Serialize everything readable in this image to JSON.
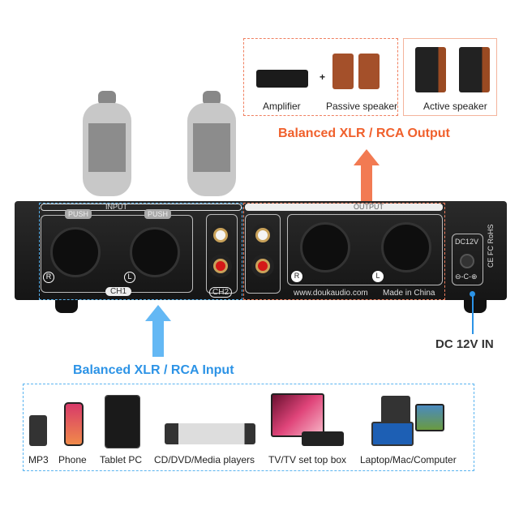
{
  "output_section": {
    "items": [
      {
        "label": "Amplifier",
        "icon": "amplifier"
      },
      {
        "label": "Passive speaker",
        "icon": "passive-speaker"
      },
      {
        "label": "Active speaker",
        "icon": "active-speaker"
      }
    ],
    "plus": "+",
    "title": "Balanced XLR / RCA Output"
  },
  "device": {
    "input_label": "INPUT",
    "output_label": "OUTPUT",
    "push": "PUSH",
    "ch1": "CH1",
    "ch2": "CH2",
    "r": "R",
    "l": "L",
    "website": "www.doukaudio.com",
    "made_in": "Made in China",
    "dc_label": "DC12V",
    "cert": "CE FC RoHS",
    "polarity": "⊖-C-⊕"
  },
  "dc_in": "DC 12V IN",
  "input_section": {
    "title": "Balanced XLR / RCA Input",
    "sources": [
      {
        "label": "MP3"
      },
      {
        "label": "Phone"
      },
      {
        "label": "Tablet PC"
      },
      {
        "label": "CD/DVD/Media players"
      },
      {
        "label": "TV/TV set top box"
      },
      {
        "label": "Laptop/Mac/Computer"
      }
    ]
  },
  "colors": {
    "output": "#f0602c",
    "input": "#2c93e6"
  }
}
